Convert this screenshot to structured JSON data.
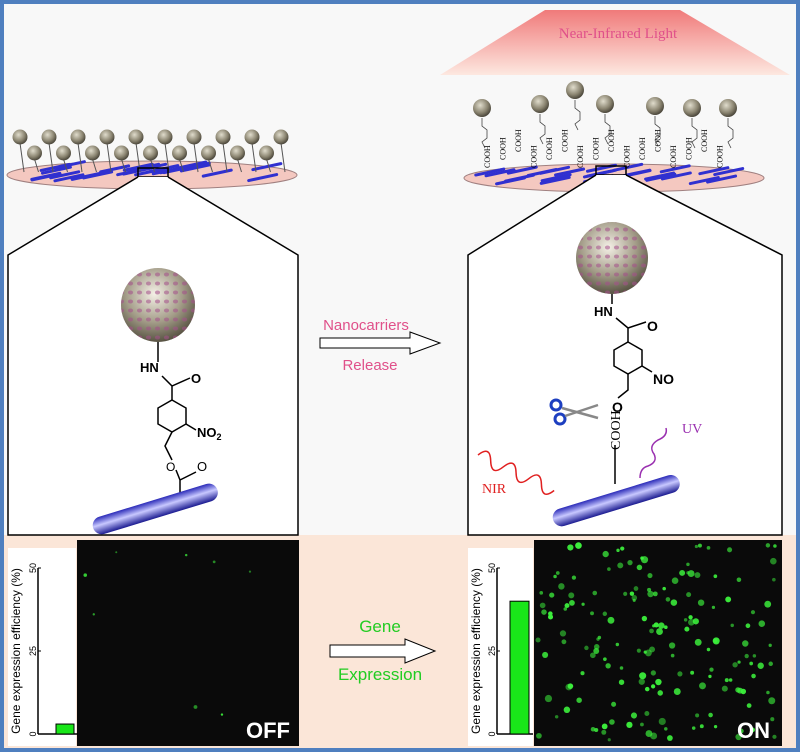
{
  "top": {
    "light_label": "Near-Infrared Light",
    "release_line1": "Nanocarriers",
    "release_line2": "Release",
    "cooh": "COOH"
  },
  "left_molecule": {
    "hn": "HN",
    "o": "O",
    "no2": "NO",
    "no2_sub": "2",
    "ester_o": "O"
  },
  "right_molecule": {
    "hn": "HN",
    "o": "O",
    "no": "NO",
    "nir": "NIR",
    "uv": "UV",
    "cooh": "COOH"
  },
  "bottom": {
    "expression_line1": "Gene",
    "expression_line2": "Expression",
    "off_label": "OFF",
    "on_label": "ON"
  },
  "chart_data": [
    {
      "type": "bar",
      "title": "OFF",
      "ylabel": "Gene expression efficiency (%)",
      "ylim": [
        0,
        50
      ],
      "yticks": [
        "0",
        "25",
        "50"
      ],
      "values": [
        3
      ]
    },
    {
      "type": "bar",
      "title": "ON",
      "ylabel": "Gene expression efficiency (%)",
      "ylim": [
        0,
        50
      ],
      "yticks": [
        "0",
        "25",
        "50"
      ],
      "values": [
        40
      ]
    }
  ],
  "colors": {
    "frame": "#4f7fbf",
    "bar": "#19e619",
    "pink_text": "#e0508a",
    "green_text": "#22cc22",
    "peach": "#fbe6d8"
  }
}
